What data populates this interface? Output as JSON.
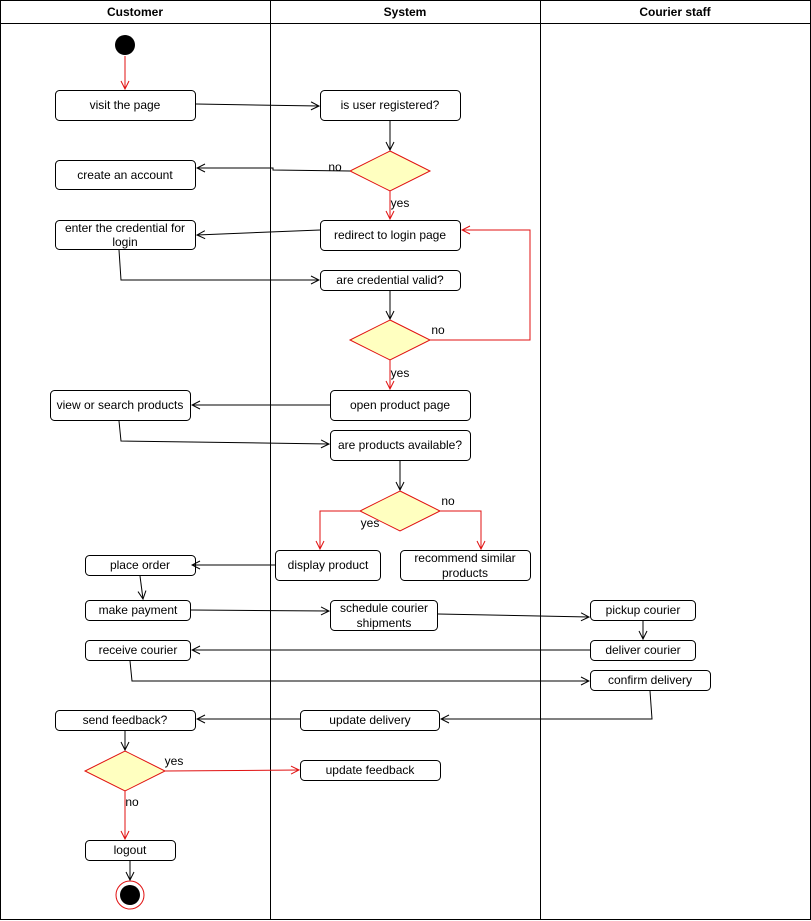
{
  "lanes": {
    "customer": "Customer",
    "system": "System",
    "courier": "Courier staff"
  },
  "actions": {
    "visit_page": "visit the page",
    "is_user_registered": "is user registered?",
    "create_account": "create an account",
    "enter_credential_line1": "enter the credential for",
    "enter_credential_line2": "login",
    "redirect_login": "redirect to login page",
    "are_credential_valid": "are credential valid?",
    "view_search_products": "view or search products",
    "open_product_page": "open product page",
    "are_products_available": "are products available?",
    "place_order": "place order",
    "display_product": "display product",
    "recommend_line1": "recommend similar",
    "recommend_line2": "products",
    "make_payment": "make payment",
    "schedule_line1": "schedule courier",
    "schedule_line2": "shipments",
    "pickup_courier": "pickup courier",
    "receive_courier": "receive courier",
    "deliver_courier": "deliver courier",
    "confirm_delivery": "confirm delivery",
    "send_feedback": "send feedback?",
    "update_delivery": "update delivery",
    "update_feedback": "update feedback",
    "logout": "logout"
  },
  "guards": {
    "registered_no": "no",
    "registered_yes": "yes",
    "valid_no": "no",
    "valid_yes": "yes",
    "available_no": "no",
    "available_yes": "yes",
    "feedback_yes": "yes",
    "feedback_no": "no"
  },
  "colors": {
    "decision_fill": "#ffffc0",
    "decision_stroke": "#e01010",
    "flow_red": "#e01010"
  }
}
